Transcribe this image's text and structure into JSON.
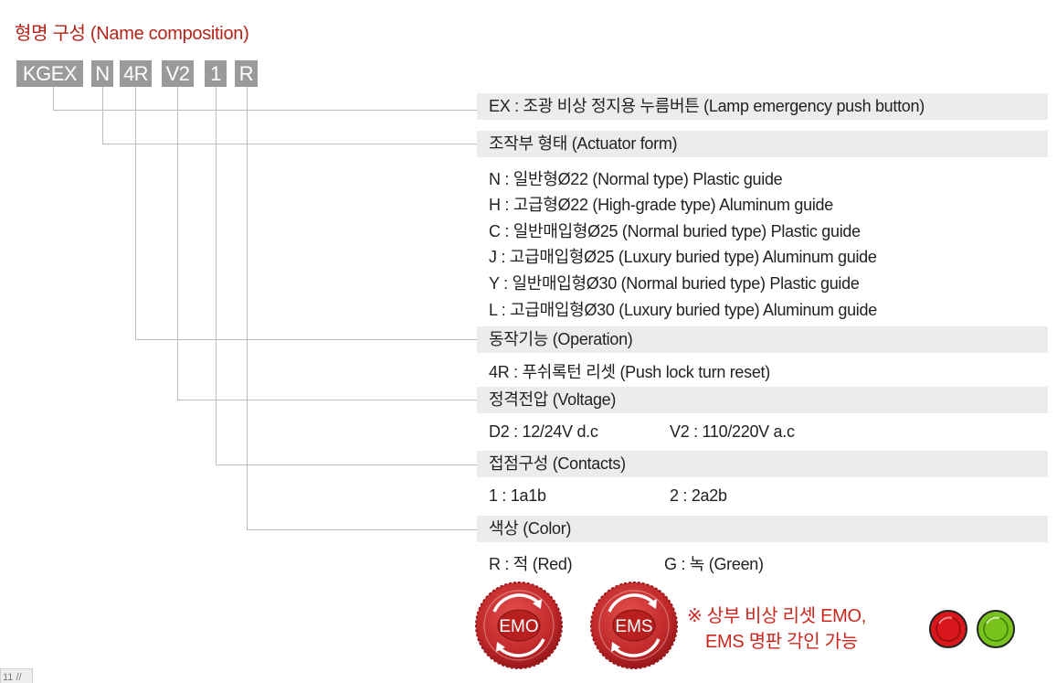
{
  "title": "형명 구성 (Name composition)",
  "code": [
    "KGEX",
    "N",
    "4R",
    "V2",
    "1",
    "R"
  ],
  "sections": {
    "ex": "EX : 조광 비상 정지용 누름버튼 (Lamp emergency push button)",
    "actuator": "조작부 형태 (Actuator form)",
    "actuator_options": [
      "N : 일반형Ø22 (Normal type) Plastic guide",
      "H : 고급형Ø22 (High-grade type) Aluminum guide",
      "C : 일반매입형Ø25 (Normal buried type) Plastic guide",
      "J : 고급매입형Ø25 (Luxury buried type) Aluminum guide",
      "Y : 일반매입형Ø30 (Normal buried type) Plastic guide",
      "L : 고급매입형Ø30 (Luxury buried type) Aluminum guide"
    ],
    "operation": "동작기능 (Operation)",
    "operation_options": [
      "4R : 푸쉬록턴 리셋 (Push lock turn reset)"
    ],
    "voltage": "정격전압 (Voltage)",
    "voltage_options": [
      "D2 : 12/24V d.c",
      "V2 : 110/220V a.c"
    ],
    "contacts": "접점구성 (Contacts)",
    "contacts_options": [
      "1 : 1a1b",
      "2 : 2a2b"
    ],
    "color": "색상 (Color)",
    "color_options": [
      "R : 적 (Red)",
      "G : 녹 (Green)"
    ]
  },
  "badges": [
    "EMO",
    "EMS"
  ],
  "note": [
    "※ 상부 비상 리셋 EMO,",
    "EMS 명판 각인 가능"
  ],
  "lamps": {
    "red": "#d9161c",
    "green": "#79c21e"
  },
  "page_tab": "11 //",
  "colors": {
    "title": "#b5241b",
    "code_box": "#9a9a9a",
    "band": "#ececec",
    "note": "#c8281e",
    "badge": "#c0282a"
  }
}
